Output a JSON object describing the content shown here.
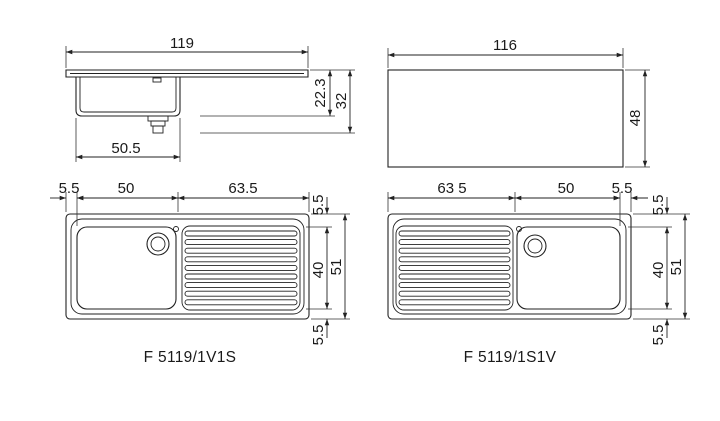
{
  "side_view": {
    "overall_width": "119",
    "bowl_width": "50.5",
    "bowl_depth": "22.3",
    "total_depth": "32"
  },
  "cabinet_view": {
    "width": "116",
    "height": "48"
  },
  "plan_left": {
    "left_margin": "5.5",
    "bowl_width": "50",
    "drainer_width": "63.5",
    "top_margin": "5.5",
    "bowl_depth": "40",
    "overall_depth": "51",
    "bottom_margin": "5.5",
    "model": "F 5119/1V1S"
  },
  "plan_right": {
    "drainer_width": "63 5",
    "bowl_width": "50",
    "right_margin": "5.5",
    "top_margin": "5.5",
    "bowl_depth": "40",
    "overall_depth": "51",
    "bottom_margin": "5.5",
    "model": "F 5119/1S1V"
  }
}
